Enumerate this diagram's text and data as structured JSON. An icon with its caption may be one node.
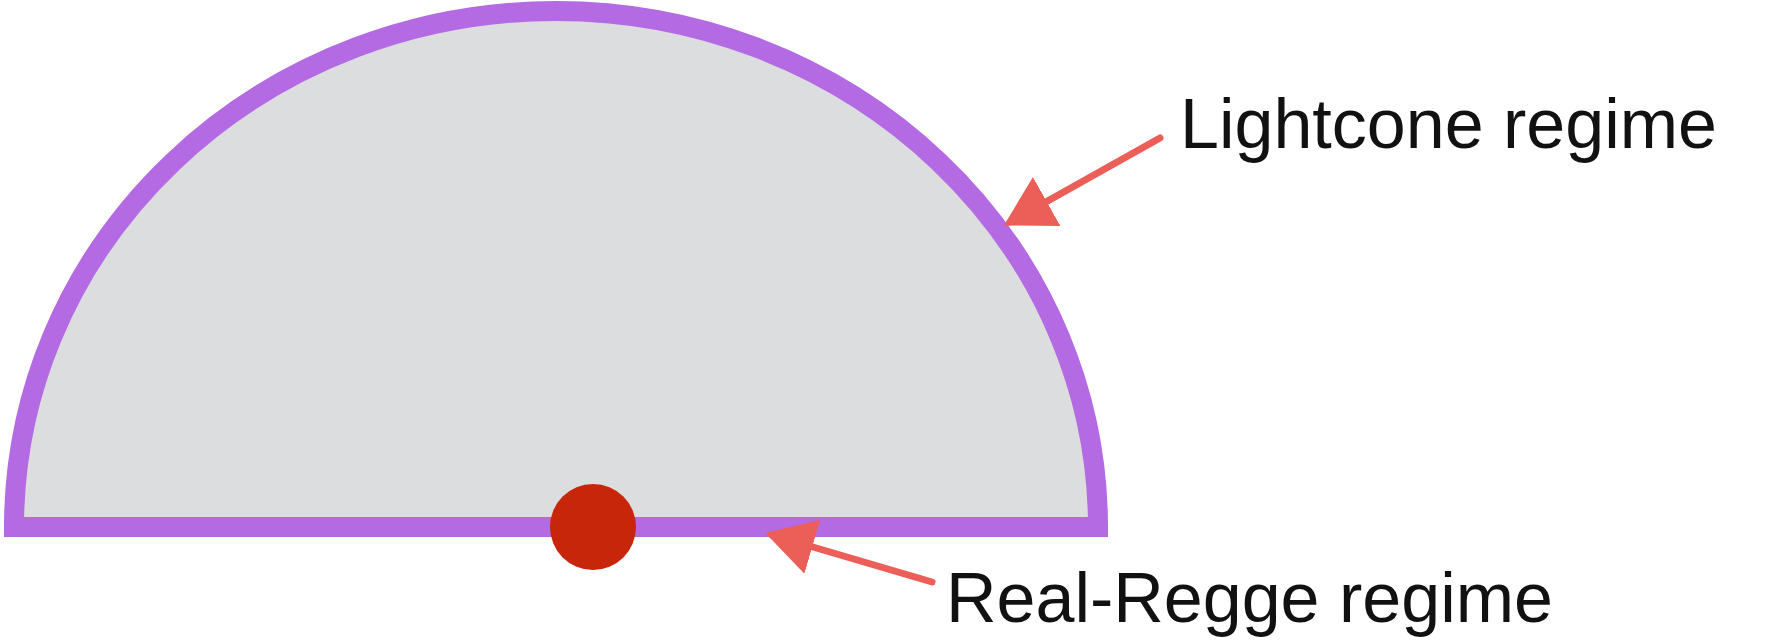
{
  "diagram": {
    "nodes": [
      {
        "text": [],
        "shape": "semicircle"
      },
      {
        "text": [],
        "shape": "circle"
      },
      {
        "text": [
          "Lightcone regime"
        ]
      },
      {
        "text": [
          "Real-Regge regime"
        ]
      }
    ],
    "edges": [
      {
        "from": 2,
        "to": 0,
        "arrow": "to"
      },
      {
        "from": 3,
        "to": 0,
        "arrow": "to"
      }
    ]
  }
}
